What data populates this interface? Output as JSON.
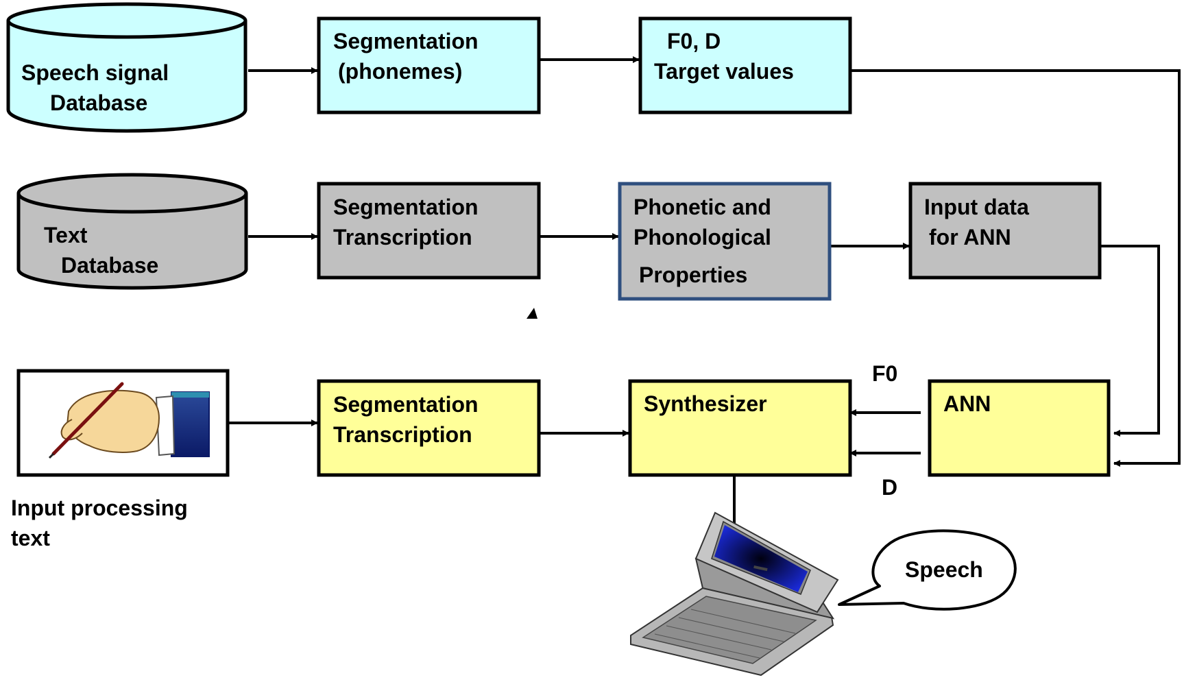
{
  "nodes": {
    "speech_db": {
      "line1": "Speech signal",
      "line2": "Database"
    },
    "seg_phonemes": {
      "line1": "Segmentation",
      "line2": "(phonemes)"
    },
    "target": {
      "line1": "F0, D",
      "line2": "Target values"
    },
    "text_db": {
      "line1": "Text",
      "line2": "Database"
    },
    "seg_trans_top": {
      "line1": "Segmentation",
      "line2": "Transcription"
    },
    "phonetic": {
      "line1": "Phonetic and",
      "line2": "Phonological",
      "line3": "Properties"
    },
    "input_ann": {
      "line1": "Input data",
      "line2": "for  ANN"
    },
    "seg_trans_bottom": {
      "line1": "Segmentation",
      "line2": "Transcription"
    },
    "synth": {
      "label": "Synthesizer"
    },
    "ann": {
      "label": "ANN"
    },
    "input_caption": {
      "line1": "Input processing",
      "line2": "text"
    },
    "speech_bubble": {
      "label": "Speech"
    }
  },
  "edge_labels": {
    "f0": "F0",
    "d": "D"
  },
  "colors": {
    "cyan": "#ccffff",
    "gray": "#c0c0c0",
    "yellow": "#ffff99",
    "blue_border": "#2f4f7f"
  },
  "icons": {
    "hand": "hand-writing-with-pen-icon",
    "laptop": "laptop-computer-icon"
  }
}
